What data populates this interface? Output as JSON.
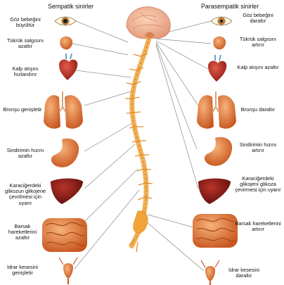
{
  "headers": {
    "left": "Sempatik sinirler",
    "right": "Parasempatik sinirler"
  },
  "sympathetic": [
    {
      "organ": "eye-icon",
      "text": "Göz bebeğini büyültür"
    },
    {
      "organ": "salivary-gland-icon",
      "text": "Tükrük salgısını azaltır"
    },
    {
      "organ": "heart-icon",
      "text": "Kalp atışını hızlandırır"
    },
    {
      "organ": "lungs-icon",
      "text": "Bronşu genişletir"
    },
    {
      "organ": "stomach-icon",
      "text": "Sindirimin hızını azaltır"
    },
    {
      "organ": "liver-icon",
      "text": "Karaciğerdeki glikozun glikojene çevrilmesi için uyarır"
    },
    {
      "organ": "intestine-icon",
      "text": "Barsak hareketlerini azaltır"
    },
    {
      "organ": "bladder-icon",
      "text": "İdrar kesesini genişletir"
    }
  ],
  "parasympathetic": [
    {
      "organ": "eye-icon",
      "text": "Göz bebeğini daraltır"
    },
    {
      "organ": "salivary-gland-icon",
      "text": "Tükrük salgısını artırır"
    },
    {
      "organ": "heart-icon",
      "text": "Kalp atışını azaltır"
    },
    {
      "organ": "lungs-icon",
      "text": "Bronşu daraltır"
    },
    {
      "organ": "stomach-icon",
      "text": "Sindirimin hızını artırır"
    },
    {
      "organ": "liver-icon",
      "text": "Karaciğerdeki glikojeni glikoza çevirmesi için uyarır"
    },
    {
      "organ": "intestine-icon",
      "text": "Barsak hareketlerini artırır"
    },
    {
      "organ": "bladder-icon",
      "text": "İdrar kesesini daraltır"
    }
  ],
  "colors": {
    "spine": "#f2a33a",
    "spine_dark": "#d9821c",
    "organ_red": "#c0392b",
    "organ_orange": "#e07a3a",
    "liver": "#8e1f1a",
    "nerve_line": "#8a8a8a"
  }
}
